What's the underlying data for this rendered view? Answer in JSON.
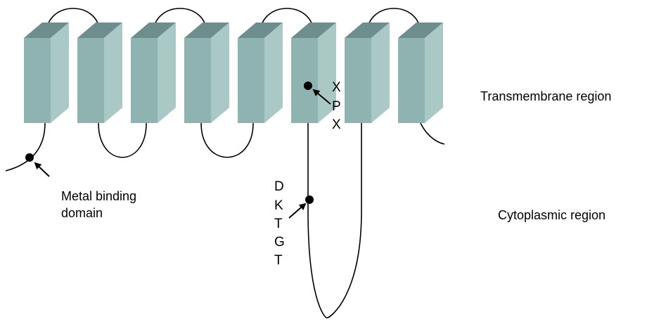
{
  "colors": {
    "helix_front": "#8FB3B1",
    "helix_side": "#A9C8C6",
    "helix_top": "#6E8E8D",
    "line": "#000000"
  },
  "helices": 8,
  "regions": {
    "transmembrane": "Transmembrane region",
    "cytoplasmic": "Cytoplasmic region"
  },
  "annotations": {
    "metal_binding": [
      "Metal binding",
      "domain"
    ],
    "cpx_motif": [
      "X",
      "P",
      "X"
    ],
    "phosphorylation_motif": [
      "D",
      "K",
      "T",
      "G",
      "T"
    ]
  },
  "icons": [
    "arrow-icon",
    "binding-site-dot-icon"
  ]
}
